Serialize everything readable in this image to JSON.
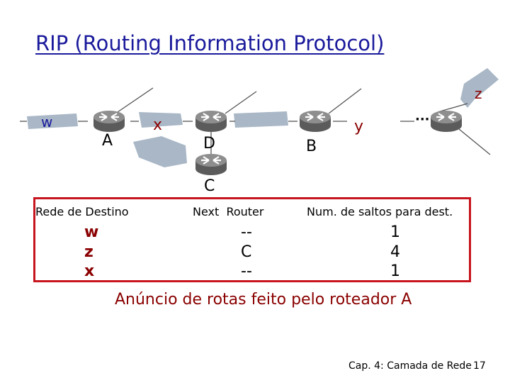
{
  "slide": {
    "title": "RIP (Routing Information Protocol)",
    "caption": "Anúncio de rotas feito pelo roteador A",
    "footer": "Cap. 4: Camada de Rede",
    "page_number": "17"
  },
  "diagram": {
    "routers": [
      "A",
      "D",
      "B",
      "C"
    ],
    "networks": [
      "w",
      "x",
      "y",
      "z"
    ],
    "ellipsis": "···",
    "colors": {
      "network_blob": "#a9b7c6",
      "label_blue": "#1a1a9c",
      "label_red": "#8a0000",
      "table_border": "#c8141e"
    }
  },
  "table": {
    "headers": {
      "dest": "Rede de Destino",
      "next": "Next  Router",
      "hops": "Num. de saltos para dest."
    },
    "rows": [
      {
        "dest": "w",
        "next": "--",
        "hops": "1"
      },
      {
        "dest": "z",
        "next": "C",
        "hops": "4"
      },
      {
        "dest": "x",
        "next": "--",
        "hops": "1"
      }
    ]
  }
}
